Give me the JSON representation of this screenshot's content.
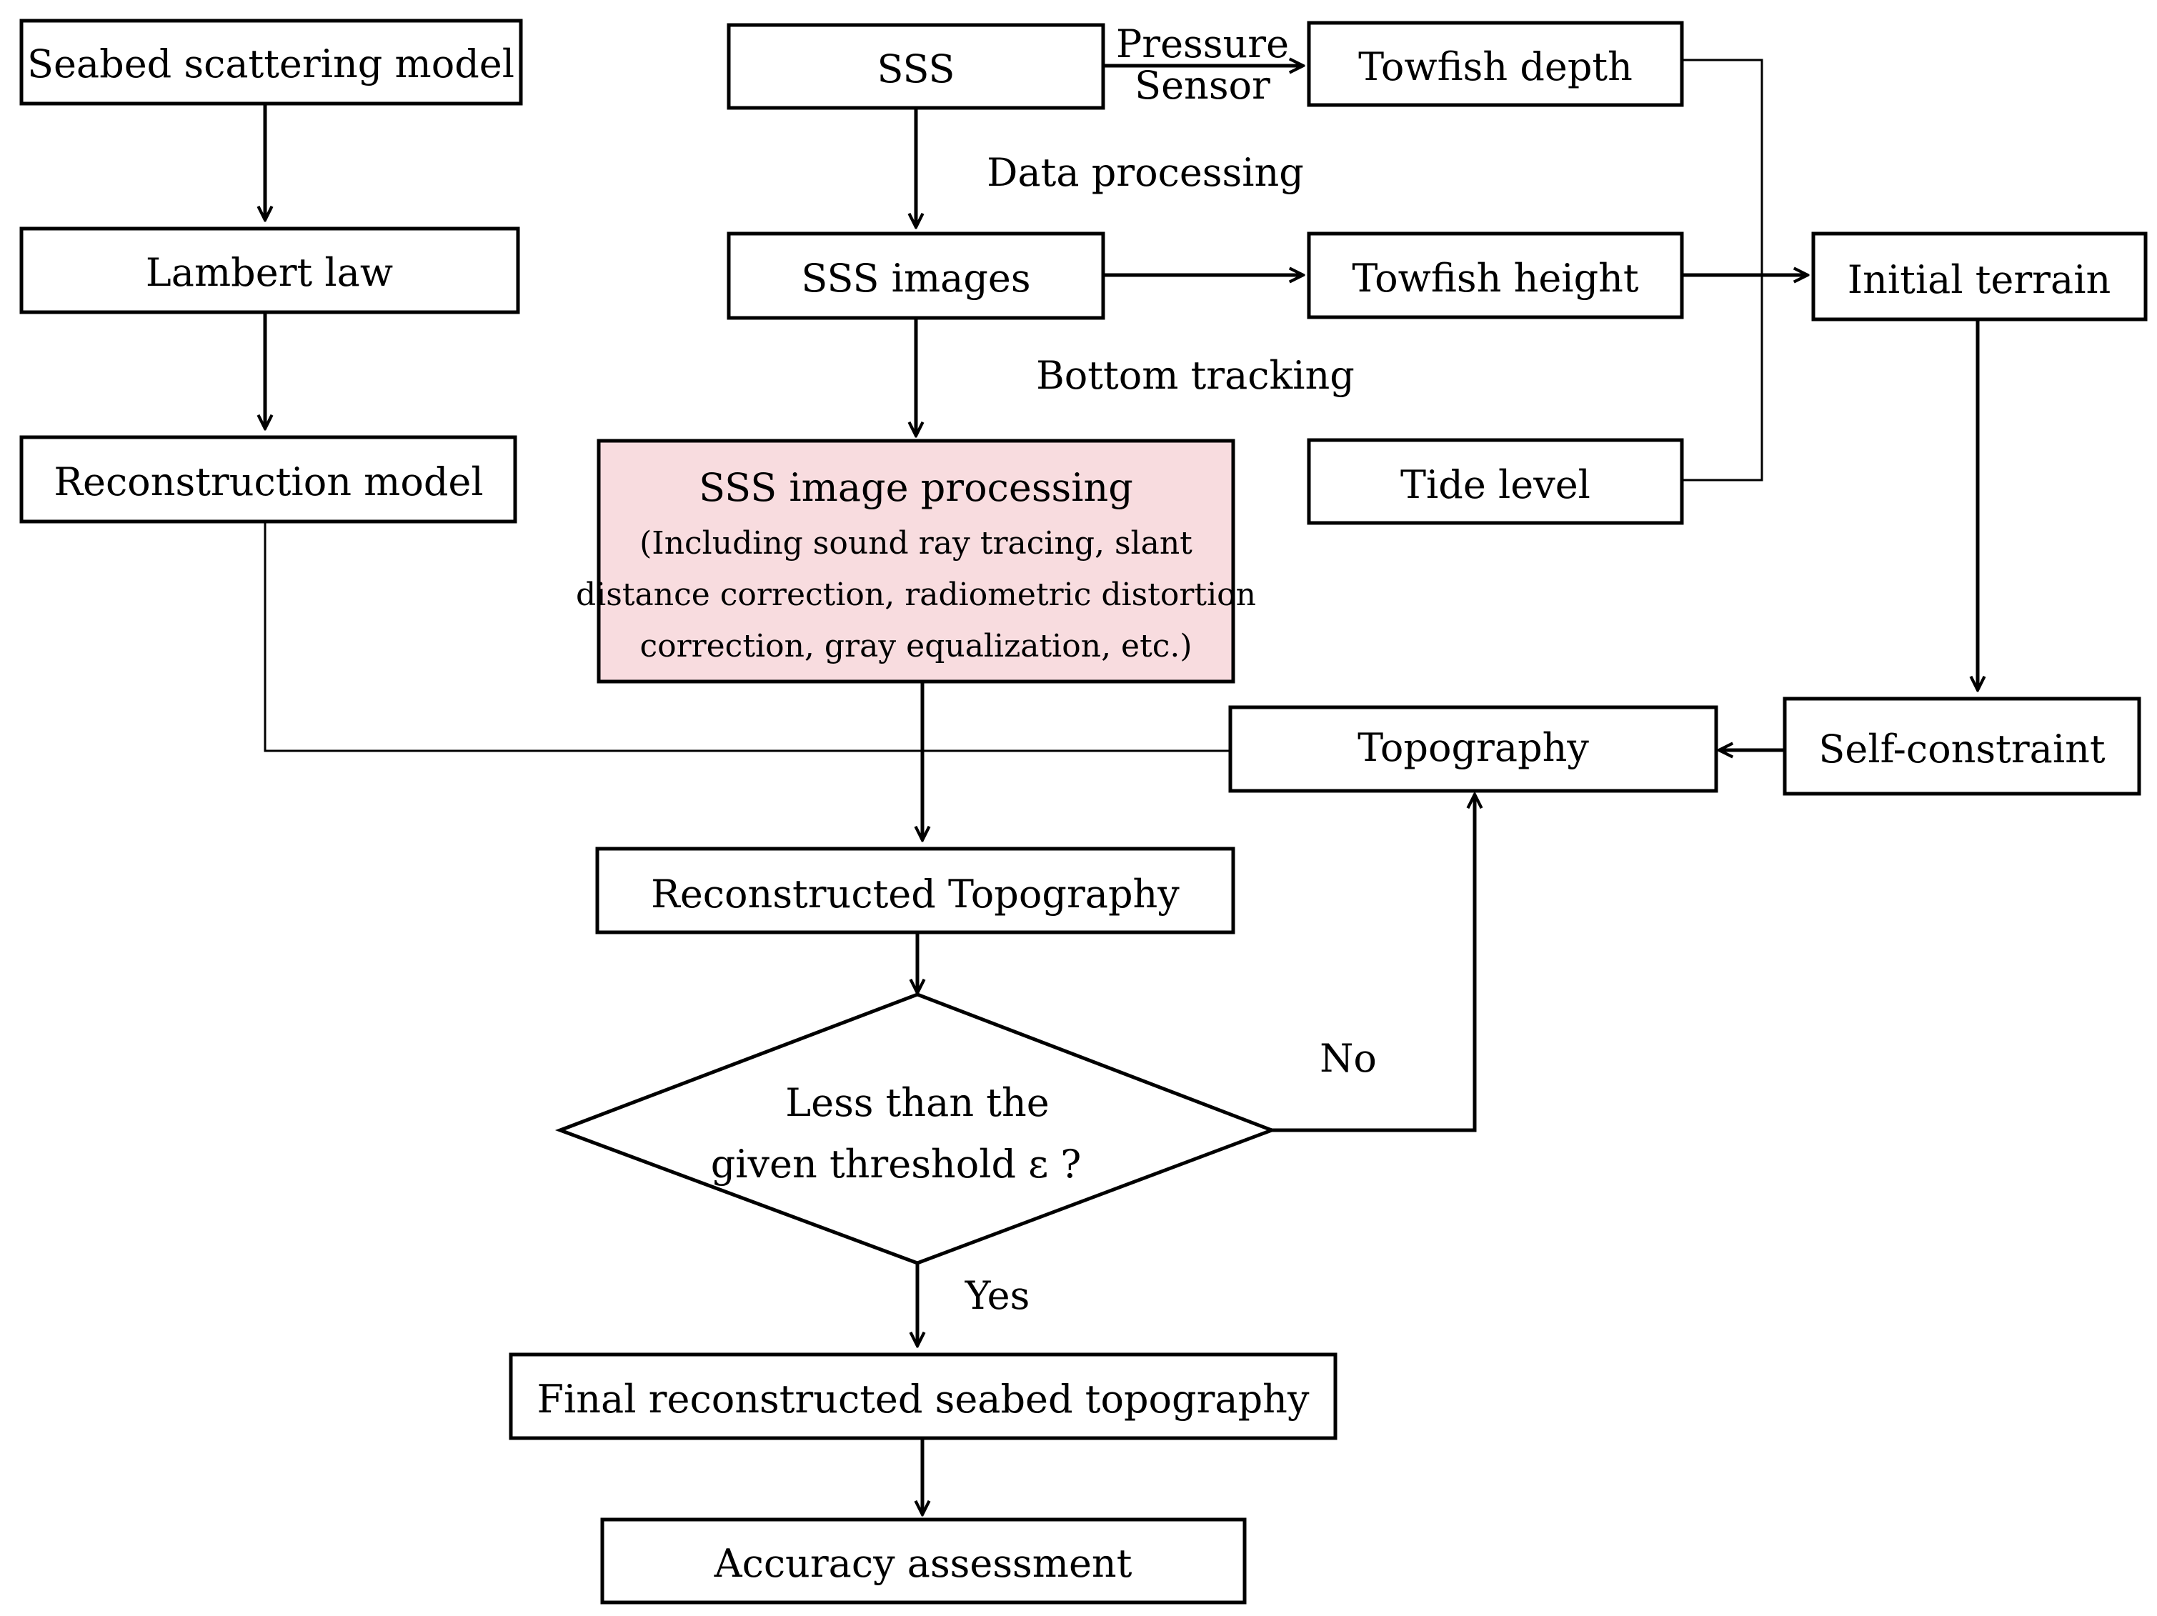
{
  "nodes": {
    "seabed_model": "Seabed scattering model",
    "lambert": "Lambert law",
    "reconstruction_model": "Reconstruction model",
    "sss": "SSS",
    "sss_images": "SSS images",
    "sss_processing_title": "SSS image processing",
    "sss_processing_line1": "(Including sound ray tracing, slant",
    "sss_processing_line2": "distance correction, radiometric distortion",
    "sss_processing_line3": "correction, gray equalization, etc.)",
    "towfish_depth": "Towfish depth",
    "towfish_height": "Towfish height",
    "tide_level": "Tide level",
    "initial_terrain": "Initial terrain",
    "self_constraint": "Self-constraint",
    "topography": "Topography",
    "reconstructed_topography": "Reconstructed Topography",
    "decision_line1": "Less than the",
    "decision_line2": "given threshold ε ?",
    "final": "Final reconstructed seabed topography",
    "accuracy": "Accuracy assessment"
  },
  "edge_labels": {
    "pressure": "Pressure",
    "sensor": "Sensor",
    "data_processing": "Data processing",
    "bottom_tracking": "Bottom tracking",
    "no": "No",
    "yes": "Yes"
  },
  "colors": {
    "highlight_fill": "#f8dcdf"
  }
}
